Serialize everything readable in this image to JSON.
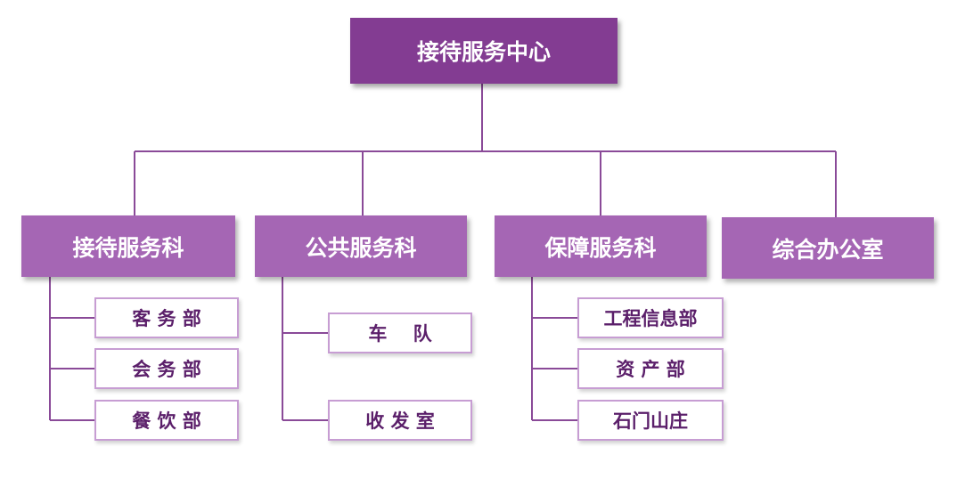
{
  "root": {
    "label": "接待服务中心"
  },
  "departments": [
    {
      "label": "接待服务科",
      "children": [
        "客 务 部",
        "会 务 部",
        "餐 饮 部"
      ]
    },
    {
      "label": "公共服务科",
      "children": [
        "车    队",
        "收 发 室"
      ]
    },
    {
      "label": "保障服务科",
      "children": [
        "工程信息部",
        "资 产 部",
        "石门山庄"
      ]
    },
    {
      "label": "综合办公室",
      "children": []
    }
  ],
  "colors": {
    "root": "#833c92",
    "department": "#a566b4",
    "sub_border": "#c79dd3",
    "sub_text": "#5b1f6a",
    "line": "#8a4a98"
  }
}
